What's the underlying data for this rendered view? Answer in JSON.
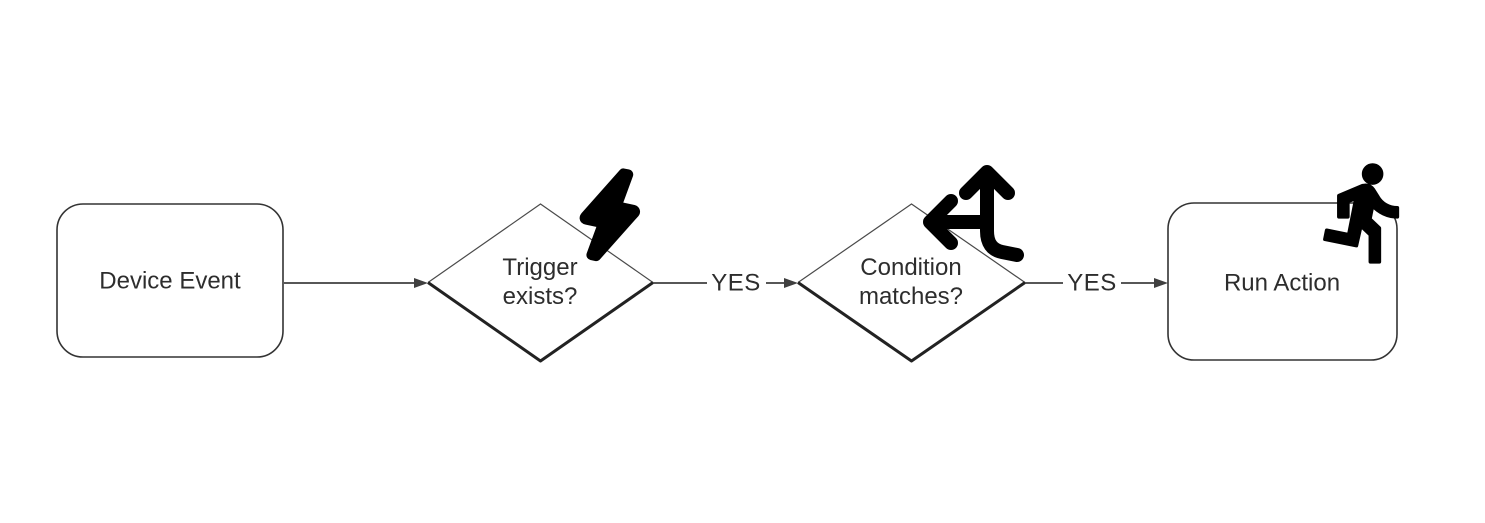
{
  "diagram": {
    "type": "flowchart",
    "background_color": "#ffffff",
    "shape_stroke_color": "#333333",
    "connector_color": "#3f3f3f",
    "text_color": "#2d2d2d",
    "icon_color": "#000000",
    "nodes": [
      {
        "id": "device-event",
        "shape": "rounded-rectangle",
        "label": "Device Event",
        "icon": null
      },
      {
        "id": "trigger-exists",
        "shape": "decision-diamond",
        "label": "Trigger exists?",
        "label_lines": [
          "Trigger",
          "exists?"
        ],
        "icon": "lightning-bolt-icon"
      },
      {
        "id": "condition-matches",
        "shape": "decision-diamond",
        "label": "Condition matches?",
        "label_lines": [
          "Condition",
          "matches?"
        ],
        "icon": "split-arrows-icon"
      },
      {
        "id": "run-action",
        "shape": "rounded-rectangle",
        "label": "Run Action",
        "icon": "running-person-icon"
      }
    ],
    "edges": [
      {
        "from": "device-event",
        "to": "trigger-exists",
        "label": ""
      },
      {
        "from": "trigger-exists",
        "to": "condition-matches",
        "label": "YES"
      },
      {
        "from": "condition-matches",
        "to": "run-action",
        "label": "YES"
      }
    ]
  }
}
